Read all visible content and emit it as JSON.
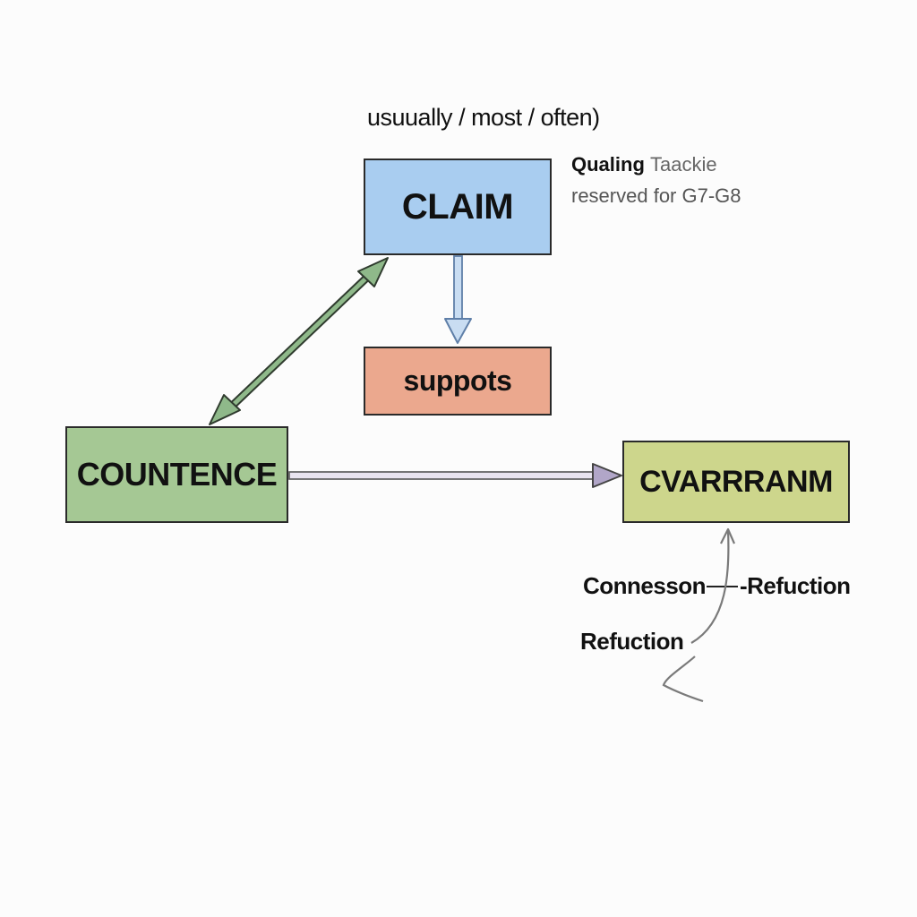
{
  "diagram": {
    "qualifier_text": "usuually / most / often)",
    "qualifier_box": {
      "title_bold": "Qualing ",
      "title_light": "Taackie",
      "note": "reserved for G7-G8"
    },
    "nodes": {
      "claim": "CLAIM",
      "support": "suppots",
      "countence": "COUNTENCE",
      "warrant": "CVARRRANM"
    },
    "labels": {
      "connesson": "Connesson",
      "refuction_a": "-Refuction",
      "refuction_b": "Refuction"
    },
    "colors": {
      "claim": "#a9cdf0",
      "support": "#eba88e",
      "countence": "#a5c894",
      "warrant": "#cdd68c",
      "green_arrow": "#5e8a5a",
      "blue_arrow": "#8fb6e0",
      "purple_arrow": "#9c8fb6",
      "gray_curve": "#7a7a7a"
    }
  }
}
